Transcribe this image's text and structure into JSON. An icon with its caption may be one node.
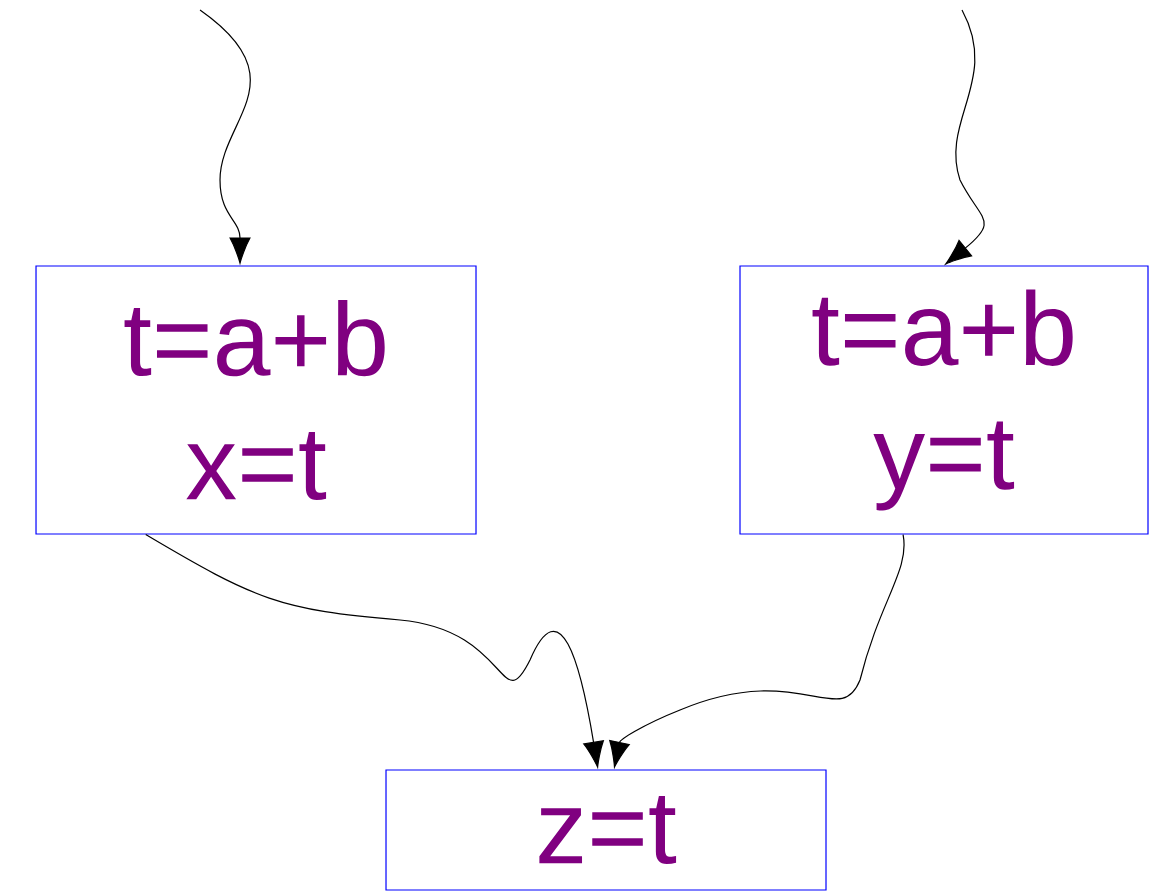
{
  "diagram": {
    "nodes": [
      {
        "text": [
          "t=a+b",
          "x=t"
        ]
      },
      {
        "text": [
          "t=a+b",
          "y=t"
        ]
      },
      {
        "text": [
          "z=t"
        ]
      }
    ],
    "edges": [
      {
        "from": null,
        "to": 0,
        "arrow": "to"
      },
      {
        "from": null,
        "to": 1,
        "arrow": "to"
      },
      {
        "from": 0,
        "to": 2,
        "arrow": "to"
      },
      {
        "from": 1,
        "to": 2,
        "arrow": "to"
      }
    ]
  }
}
